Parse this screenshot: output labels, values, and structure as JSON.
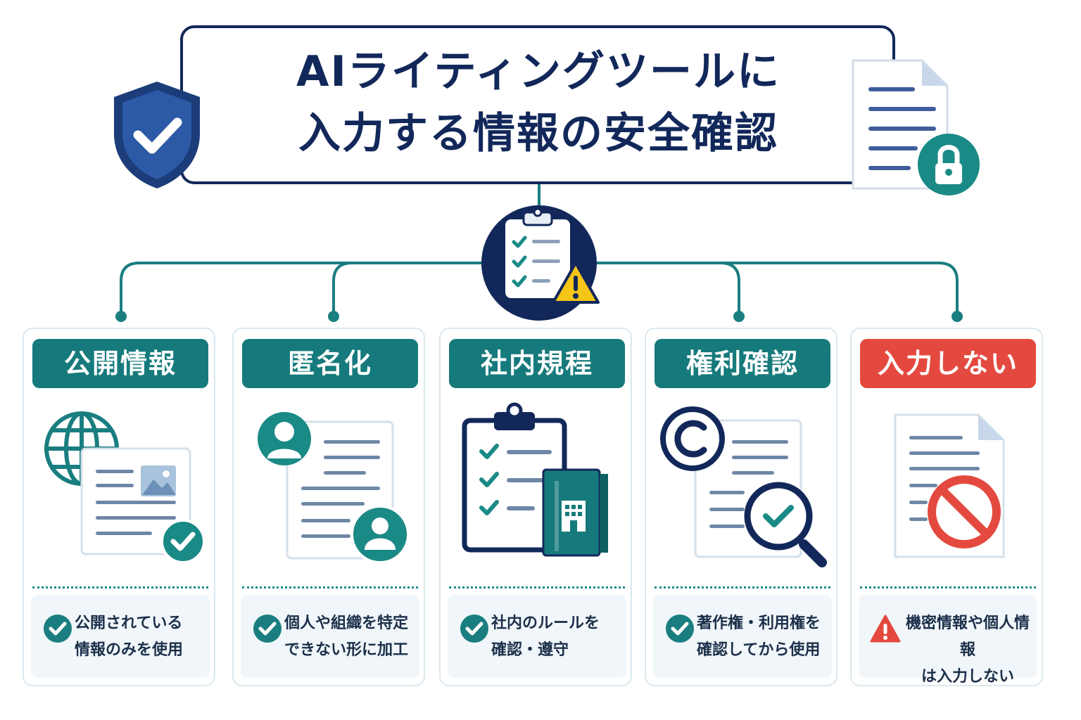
{
  "title": {
    "line1": "AIライティングツールに",
    "line2": "入力する情報の安全確認"
  },
  "cards": [
    {
      "label": "公開情報",
      "text": "公開されている\n情報のみを使用",
      "status": "check"
    },
    {
      "label": "匿名化",
      "text": "個人や組織を特定\nできない形に加工",
      "status": "check"
    },
    {
      "label": "社内規程",
      "text": "社内のルールを\n確認・遵守",
      "status": "check"
    },
    {
      "label": "権利確認",
      "text": "著作権・利用権を\n確認してから使用",
      "status": "check"
    },
    {
      "label": "入力しない",
      "text": "機密情報や個人情報\nは入力しない",
      "status": "warning"
    }
  ],
  "icons": {
    "title_left": "shield-check-icon",
    "title_right": "locked-document-icon",
    "hub": "clipboard-warning-icon",
    "card_icons": [
      "globe-document-check-icon",
      "anonymous-profile-document-icon",
      "clipboard-building-book-icon",
      "copyright-document-magnifier-icon",
      "prohibited-document-icon"
    ]
  },
  "colors": {
    "navy": "#12285a",
    "teal": "#167a7c",
    "red": "#e4493f",
    "warning_yellow": "#f5c518",
    "card_border": "#dbe8ef",
    "foot_bg": "#f0f6f9"
  }
}
